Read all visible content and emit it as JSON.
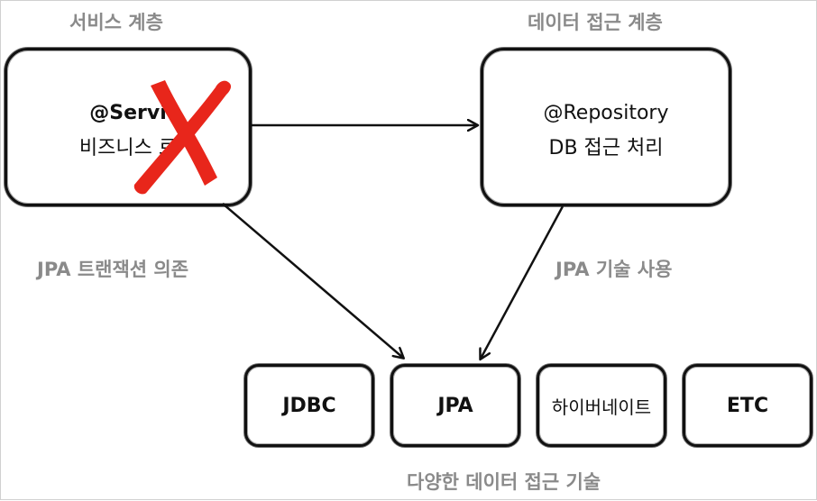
{
  "labels": {
    "service_layer": "서비스 계층",
    "data_access_layer": "데이터 접근 계층",
    "jpa_transaction_dependency": "JPA 트랜잭션 의존",
    "jpa_tech_use": "JPA 기술 사용",
    "various_data_access_tech": "다양한 데이터 접근 기술"
  },
  "service_box": {
    "line1": "@Servi",
    "line2": "비즈니스 로"
  },
  "repository_box": {
    "line1": "@Repository",
    "line2": "DB 접근 처리"
  },
  "technologies": [
    "JDBC",
    "JPA",
    "하이버네이트",
    "ETC"
  ],
  "colors": {
    "label_gray": "#8a8a8a",
    "cross_red": "#e8261b",
    "stroke": "#111111"
  }
}
